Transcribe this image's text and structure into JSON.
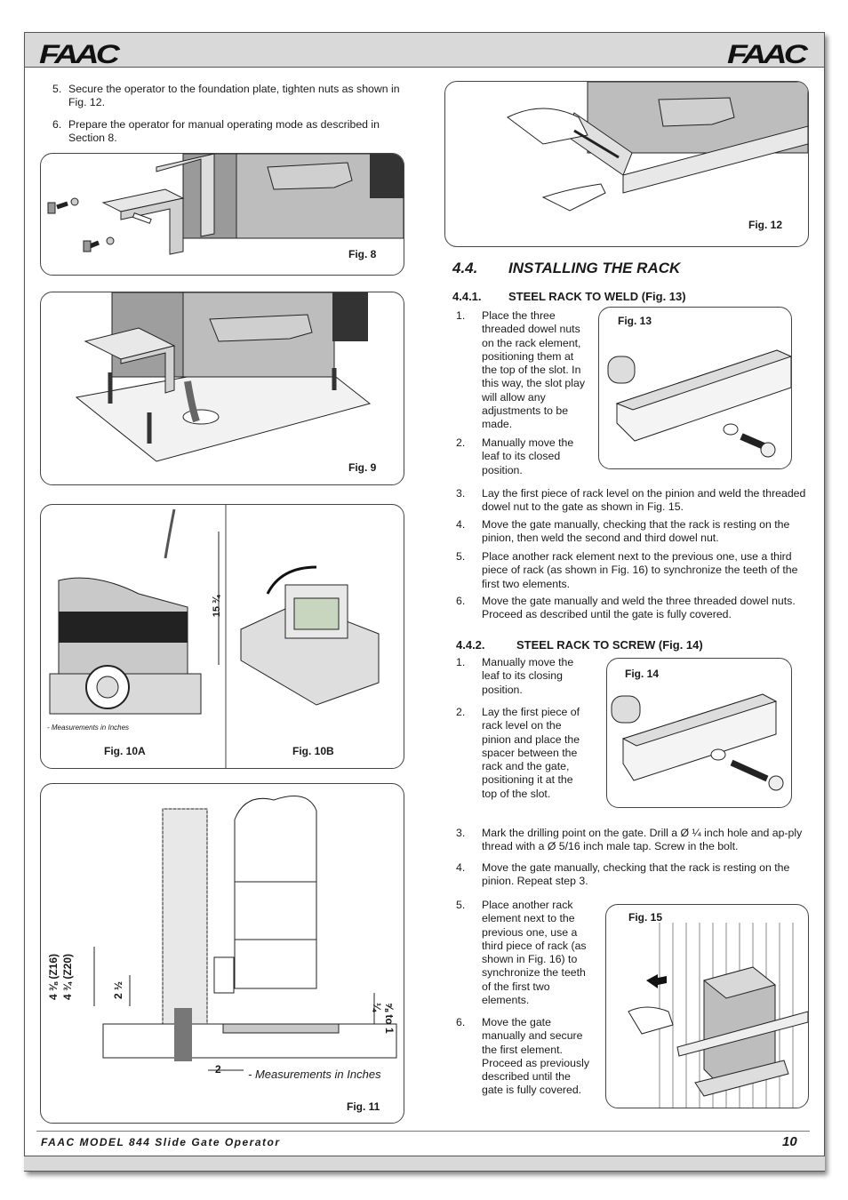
{
  "header": {
    "logo_left": "FAAC",
    "logo_right": "FAAC"
  },
  "left_steps": [
    {
      "num": "5.",
      "text": "Secure the operator to the foundation plate, tighten nuts as shown in Fig. 12."
    },
    {
      "num": "6.",
      "text": "Prepare the operator for manual operating mode as described in Section 8."
    }
  ],
  "figures": {
    "fig8": "Fig. 8",
    "fig9": "Fig. 9",
    "fig10a": "Fig. 10A",
    "fig10b": "Fig. 10B",
    "fig11": "Fig. 11",
    "fig12": "Fig. 12",
    "fig13": "Fig. 13",
    "fig14": "Fig. 14",
    "fig15": "Fig. 15"
  },
  "fig10a_note": "- Measurements in Inches",
  "fig10a_dim": "15 ¾",
  "fig11": {
    "note": "- Measurements in Inches",
    "dim_height": "4 ⅜ (Z16)",
    "dim_height2": "4 ¾ (Z20)",
    "dim_2half": "2 ½",
    "dim_range": "⅝ to 1 ¼",
    "dim_2": "2"
  },
  "section": {
    "number": "4.4.",
    "title": "INSTALLING THE RACK"
  },
  "sub1": {
    "number": "4.4.1.",
    "title": "STEEL RACK TO WELD (Fig. 13)"
  },
  "sub1_steps_short": [
    {
      "num": "1.",
      "text": "Place the three threaded dowel nuts on the rack element, positioning them at the top of the slot. In this way, the slot play will allow any adjustments to be made."
    },
    {
      "num": "2.",
      "text": "Manually move the leaf to its closed position."
    }
  ],
  "sub1_steps": [
    {
      "num": "3.",
      "text": "Lay the first piece of rack level on the pinion and weld the threaded dowel nut to the gate as shown in Fig. 15."
    },
    {
      "num": "4.",
      "text": "Move the gate manually, checking that the rack is resting on the pinion, then weld the second and third dowel nut."
    },
    {
      "num": "5.",
      "text": "Place another rack element next to the previous one, use a third piece of rack (as shown in Fig. 16) to synchronize the teeth of the first two elements."
    },
    {
      "num": "6.",
      "text": "Move the gate manually and weld the three threaded dowel nuts. Proceed as described until the gate is fully covered."
    }
  ],
  "sub2": {
    "number": "4.4.2.",
    "title": "STEEL RACK TO SCREW (Fig. 14)"
  },
  "sub2_steps_short": [
    {
      "num": "1.",
      "text": "Manually move the leaf to its closing position."
    },
    {
      "num": "2.",
      "text": "Lay the first piece of rack level on the pinion and place the spacer between the rack and the gate, positioning it at the top of the slot."
    }
  ],
  "sub2_steps": [
    {
      "num": "3.",
      "text": "Mark the drilling point on the gate. Drill a Ø ¼ inch hole and ap-ply thread with a Ø 5/16 inch male tap. Screw in the bolt."
    },
    {
      "num": "4.",
      "text": "Move the gate manually, checking that the rack is resting on the pinion. Repeat step 3."
    }
  ],
  "sub2_steps_tail": [
    {
      "num": "5.",
      "text": "Place another rack element next to the previous one, use a third piece of rack (as shown in Fig. 16) to synchronize the teeth of the first two elements."
    },
    {
      "num": "6.",
      "text": "Move the gate manually and secure the first element. Proceed as previously described until the gate is fully covered."
    }
  ],
  "footer": {
    "title": "FAAC MODEL 844 Slide Gate Operator",
    "page": "10"
  }
}
